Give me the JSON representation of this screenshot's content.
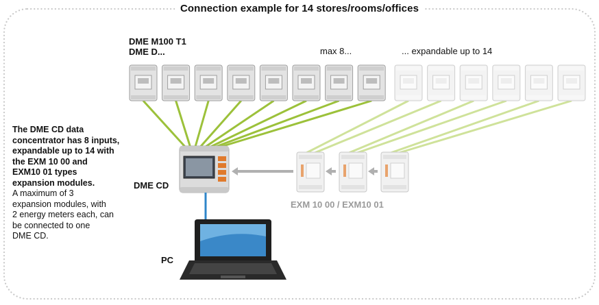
{
  "title": "Connection example for 14 stores/rooms/offices",
  "meter_labels": {
    "line1": "DME M100 T1",
    "line2": "DME D..."
  },
  "max_label": "max 8...",
  "expand_label": "... expandable up to 14",
  "description": {
    "bold_lines": [
      "The DME CD data",
      "concentrator has 8 inputs,",
      "expandable up to 14 with",
      "the EXM 10 00 and",
      "EXM10 01 types",
      "expansion modules."
    ],
    "normal_lines": [
      "A maximum of 3",
      "expansion modules, with",
      "2 energy meters each, can",
      "be connected to one",
      "DME CD."
    ]
  },
  "concentrator_label": "DME CD",
  "module_label": "EXM 10 00 / EXM10 01",
  "pc_label": "PC",
  "colors": {
    "wire": "#9cc13a",
    "wire_light": "#cfe29a",
    "cable": "#2f86c9",
    "border_dots": "#c8c8c8",
    "meter_body": "#e3e3e3",
    "meter_faded": "#f3f3f3"
  },
  "counts": {
    "active_meters": 8,
    "faded_meters": 6,
    "expansion_modules": 3
  }
}
